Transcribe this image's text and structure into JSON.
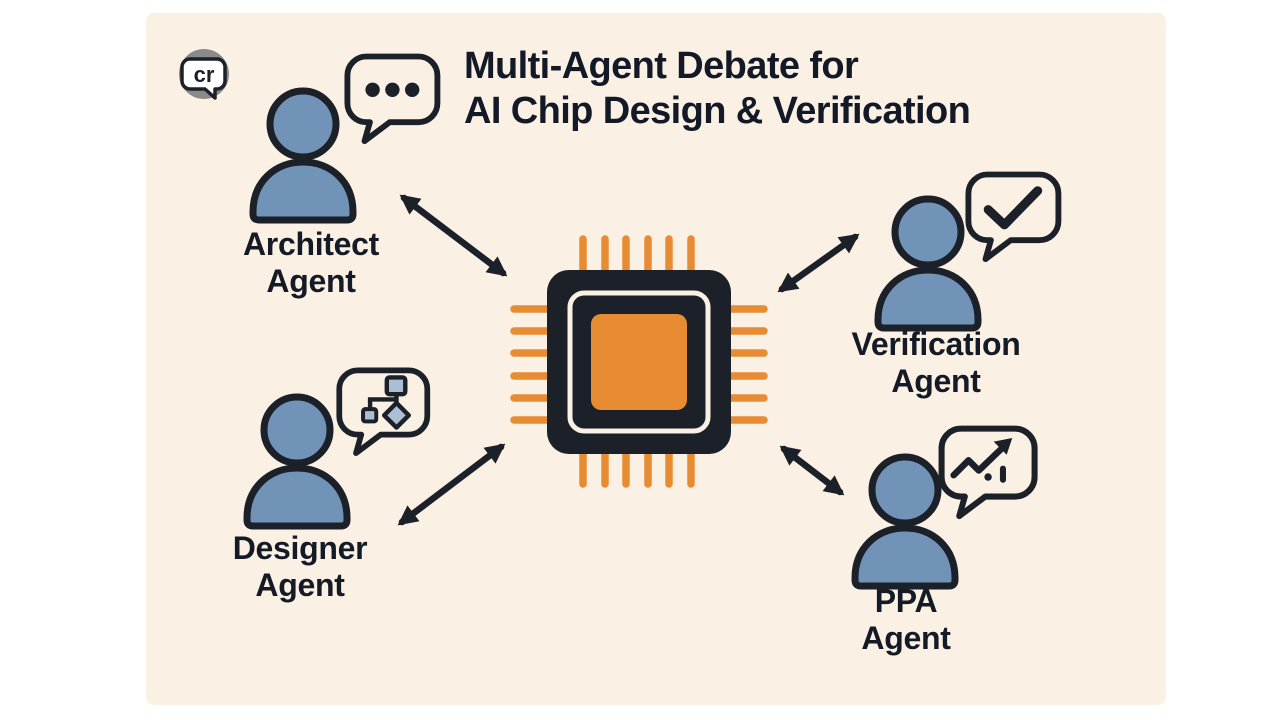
{
  "logo": {
    "text": "cr"
  },
  "title": {
    "line1": "Multi-Agent Debate for",
    "line2": "AI Chip Design & Verification"
  },
  "agents": [
    {
      "id": "architect",
      "label": "Architect\nAgent",
      "bubble_icon": "ellipsis-dots-icon"
    },
    {
      "id": "verification",
      "label": "Verification\nAgent",
      "bubble_icon": "checkmark-icon"
    },
    {
      "id": "designer",
      "label": "Designer\nAgent",
      "bubble_icon": "flowchart-icon"
    },
    {
      "id": "ppa",
      "label": "PPA\nAgent",
      "bubble_icon": "trend-up-chart-icon"
    }
  ],
  "center": {
    "icon": "ai-chip-icon"
  },
  "connections": [
    "architect-chip",
    "verification-chip",
    "designer-chip",
    "ppa-chip"
  ],
  "colors": {
    "card_background": "#faf1e4",
    "ink": "#1b2029",
    "person_blue": "#7293b8",
    "chip_orange": "#e78c33",
    "logo_gray": "#8a8a8a",
    "node_blue_gray": "#aabfd4"
  }
}
